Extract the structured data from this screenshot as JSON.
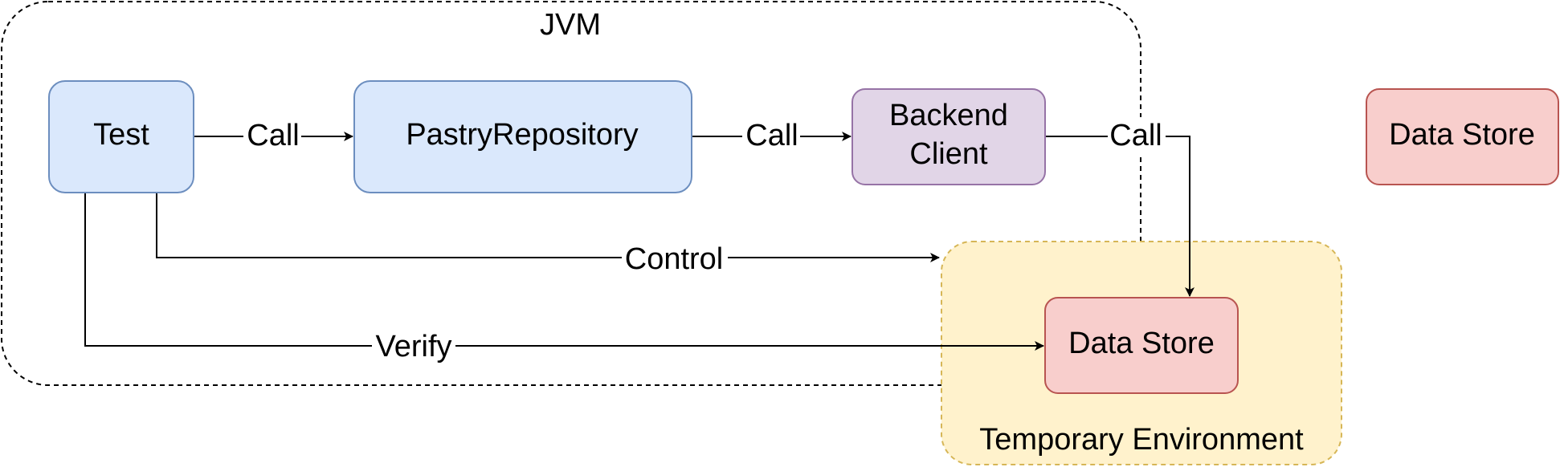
{
  "colors": {
    "stroke": "#000000",
    "blue_fill": "#dae8fc",
    "blue_stroke": "#6c8ebf",
    "purple_fill": "#e1d5e7",
    "purple_stroke": "#9673a6",
    "red_fill": "#f8cecc",
    "red_stroke": "#b85450",
    "yellow_fill": "#fff2cc",
    "yellow_stroke": "#d6b656"
  },
  "groups": {
    "jvm": {
      "label": "JVM"
    },
    "temp_env": {
      "label": "Temporary Environment"
    }
  },
  "nodes": {
    "test": {
      "label": "Test"
    },
    "pastry_repository": {
      "label": "PastryRepository"
    },
    "backend_client": {
      "line1": "Backend",
      "line2": "Client"
    },
    "data_store_temp": {
      "label": "Data Store"
    },
    "data_store_external": {
      "label": "Data Store"
    }
  },
  "edges": {
    "test_to_repo": {
      "label": "Call"
    },
    "repo_to_client": {
      "label": "Call"
    },
    "client_to_store": {
      "label": "Call"
    },
    "test_control": {
      "label": "Control"
    },
    "test_verify": {
      "label": "Verify"
    }
  }
}
